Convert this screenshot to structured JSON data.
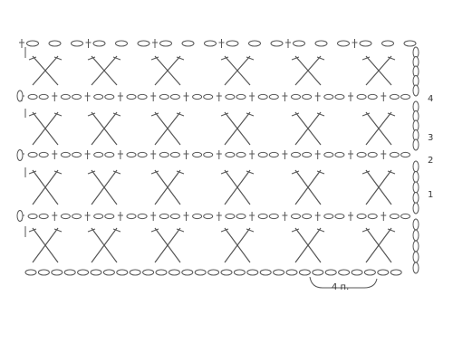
{
  "diagram": {
    "type": "crochet-chart",
    "stroke_color": "#555555",
    "symbol_fill": "#ffffff",
    "row_labels": [
      "4",
      "3",
      "2",
      "1"
    ],
    "bottom_label": "4 п.",
    "foundation_chain_count": 29,
    "rows": [
      {
        "id": "1",
        "symbols": "crossed-stitches",
        "repeats": 6
      },
      {
        "id": "2",
        "symbols": "chain-and-single",
        "count": 36
      },
      {
        "id": "3",
        "symbols": "crossed-stitches",
        "repeats": 6
      },
      {
        "id": "4",
        "symbols": "chain-and-single",
        "count": 36
      },
      {
        "id": "5",
        "symbols": "crossed-stitches",
        "repeats": 6
      },
      {
        "id": "6",
        "symbols": "chain-and-single",
        "count": 36
      },
      {
        "id": "7",
        "symbols": "crossed-stitches",
        "repeats": 6
      },
      {
        "id": "8",
        "symbols": "chain-top",
        "count": 18
      }
    ]
  }
}
